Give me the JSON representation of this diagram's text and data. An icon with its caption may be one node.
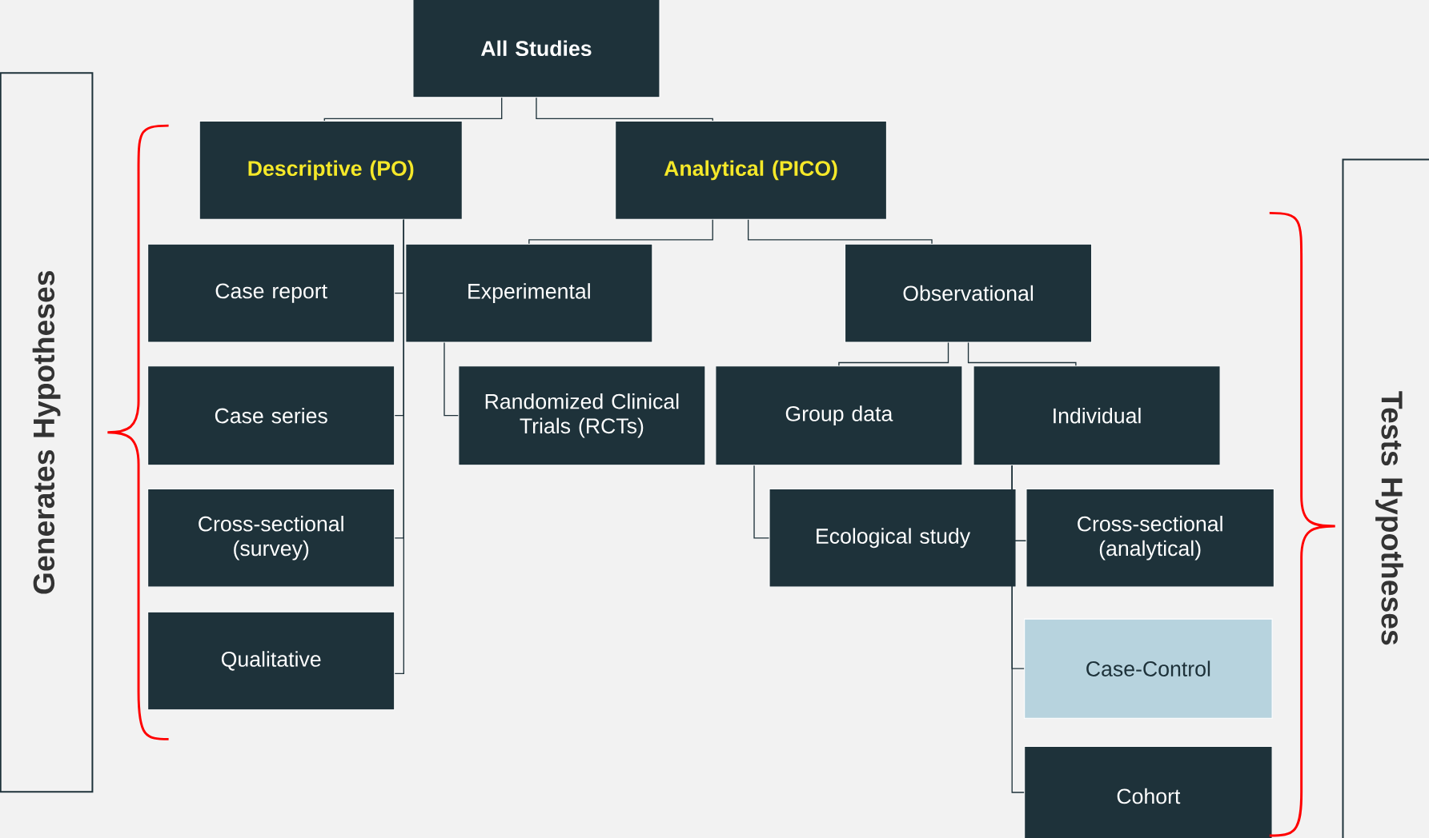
{
  "diagram": {
    "nodes": [
      {
        "text": [
          "All Studies"
        ]
      },
      {
        "text": [
          "Descriptive (PO)"
        ]
      },
      {
        "text": [
          "Analytical (PICO)"
        ]
      },
      {
        "text": [
          "Case report"
        ]
      },
      {
        "text": [
          "Case series"
        ]
      },
      {
        "text": [
          "Cross-sectional (survey)"
        ]
      },
      {
        "text": [
          "Qualitative"
        ]
      },
      {
        "text": [
          "Experimental"
        ]
      },
      {
        "text": [
          "Randomized Clinical Trials (RCTs)"
        ]
      },
      {
        "text": [
          "Observational"
        ]
      },
      {
        "text": [
          "Group data"
        ]
      },
      {
        "text": [
          "Individual"
        ]
      },
      {
        "text": [
          "Ecological study"
        ]
      },
      {
        "text": [
          "Cross-sectional (analytical)"
        ]
      },
      {
        "text": [
          "Case-Control"
        ]
      },
      {
        "text": [
          "Cohort"
        ]
      },
      {
        "text": [
          "Generates Hypotheses"
        ]
      },
      {
        "text": [
          "Tests Hypotheses"
        ]
      }
    ],
    "edges": [
      {
        "from": 0,
        "to": 1,
        "arrow": "none"
      },
      {
        "from": 0,
        "to": 2,
        "arrow": "none"
      },
      {
        "from": 1,
        "to": 3,
        "arrow": "none"
      },
      {
        "from": 1,
        "to": 4,
        "arrow": "none"
      },
      {
        "from": 1,
        "to": 5,
        "arrow": "none"
      },
      {
        "from": 1,
        "to": 6,
        "arrow": "none"
      },
      {
        "from": 2,
        "to": 7,
        "arrow": "none"
      },
      {
        "from": 2,
        "to": 9,
        "arrow": "none"
      },
      {
        "from": 7,
        "to": 8,
        "arrow": "none"
      },
      {
        "from": 9,
        "to": 10,
        "arrow": "none"
      },
      {
        "from": 9,
        "to": 11,
        "arrow": "none"
      },
      {
        "from": 10,
        "to": 12,
        "arrow": "none"
      },
      {
        "from": 11,
        "to": 13,
        "arrow": "none"
      },
      {
        "from": 11,
        "to": 14,
        "arrow": "none"
      },
      {
        "from": 11,
        "to": 15,
        "arrow": "none"
      }
    ]
  }
}
